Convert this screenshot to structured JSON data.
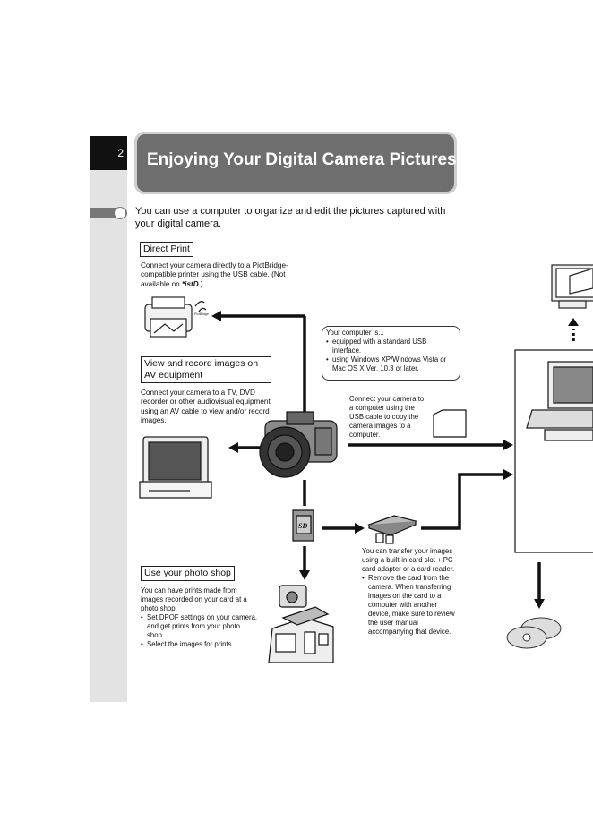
{
  "header": {
    "page_number": "2",
    "title": "Enjoying Your Digital Camera Pictures"
  },
  "intro": "You can use a computer to organize and edit the pictures captured with your digital camera.",
  "direct_print": {
    "label": "Direct Print",
    "text": "Connect your camera directly to a PictBridge-compatible printer using the USB cable. (Not available on",
    "text_end": ".)",
    "logo": "*istD",
    "pictbridge_logo": "PictBridge"
  },
  "av_equipment": {
    "label_line1": "View and record images on",
    "label_line2": "AV equipment",
    "text": "Connect your camera to a TV, DVD recorder or other audiovisual equipment using an AV cable to view and/or record images."
  },
  "computer_bubble": {
    "heading": "Your computer is...",
    "items": [
      "equipped with a standard USB interface.",
      "using Windows XP/Windows Vista or Mac OS X Ver. 10.3 or later."
    ]
  },
  "usb_connect": {
    "text": "Connect your camera to a computer using the USB cable to copy the camera images to a computer."
  },
  "card_reader": {
    "text": "You can transfer your images using a built-in card slot + PC card adapter or a card reader.",
    "items": [
      "Remove the card from the camera. When transferring images on the card to a computer with another device, make sure to review the user manual accompanying that device."
    ]
  },
  "photo_shop": {
    "label": "Use your photo shop",
    "text": "You can have prints made from images recorded on your card at a photo shop.",
    "items": [
      "Set DPOF settings on your camera, and get prints from your photo shop.",
      "Select the images for prints."
    ]
  },
  "sd_card_label": "SD"
}
